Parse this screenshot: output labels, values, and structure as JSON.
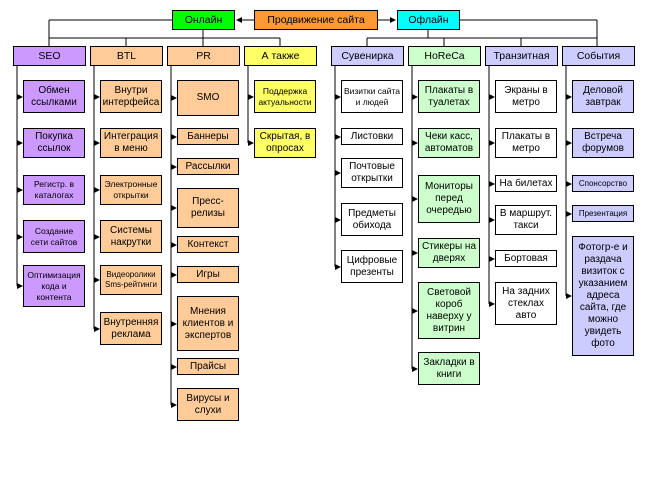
{
  "top": {
    "online": "Онлайн",
    "center": "Продвижение сайта",
    "offline": "Офлайн"
  },
  "columns": [
    {
      "key": "seo",
      "header": "SEO",
      "items": [
        "Обмен ссылками",
        "Покупка ссылок",
        "Регистр. в каталогах",
        "Создание сети сайтов",
        "Оптимизация кода и контента"
      ]
    },
    {
      "key": "btl",
      "header": "BTL",
      "items": [
        "Внутри интерфейса",
        "Интеграция в меню",
        "Электронные открытки",
        "Системы накрутки",
        "Видеоролики Sms-рейтинги",
        "Внутренняя реклама"
      ]
    },
    {
      "key": "pr",
      "header": "PR",
      "items": [
        "SMO",
        "Баннеры",
        "Рассылки",
        "Пресс-релизы",
        "Контекст",
        "Игры",
        "Мнения клиентов и экспертов",
        "Прайсы",
        "Вирусы и слухи"
      ]
    },
    {
      "key": "also",
      "header": "А также",
      "items": [
        "Поддержка актуальности",
        "Скрытая, в опросах"
      ]
    },
    {
      "key": "suv",
      "header": "Сувенирка",
      "items": [
        "Визитки сайта и людей",
        "Листовки",
        "Почтовые открытки",
        "Предметы обихода",
        "Цифровые презенты"
      ]
    },
    {
      "key": "hor",
      "header": "HoReCa",
      "items": [
        "Плакаты в туалетах",
        "Чеки касс, автоматов",
        "Мониторы перед очередью",
        "Стикеры на дверях",
        "Световой короб наверху у витрин",
        "Закладки в книги"
      ]
    },
    {
      "key": "tran",
      "header": "Транзитная",
      "items": [
        "Экраны в метро",
        "Плакаты в метро",
        "На билетах",
        "В маршрут. такси",
        "Бортовая",
        "На задних стеклах авто"
      ]
    },
    {
      "key": "ev",
      "header": "События",
      "items": [
        "Деловой завтрак",
        "Встреча форумов",
        "Спонсорство",
        "Презентация",
        "Фотогр-е и раздача визиток с указанием адреса сайта, где можно увидеть фото"
      ]
    }
  ]
}
